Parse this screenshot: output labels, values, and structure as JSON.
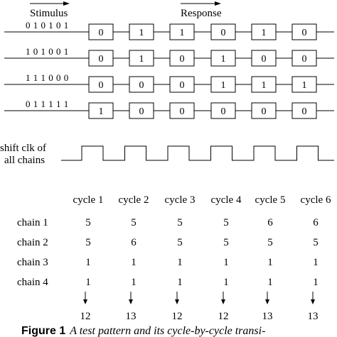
{
  "header": {
    "stimulus": "Stimulus",
    "response": "Response"
  },
  "chains": [
    {
      "stimulus": "0 1 0 1 0 1",
      "cells": [
        "0",
        "1",
        "1",
        "0",
        "1",
        "0"
      ]
    },
    {
      "stimulus": "1 0 1 0 0 1",
      "cells": [
        "0",
        "1",
        "0",
        "1",
        "0",
        "0"
      ]
    },
    {
      "stimulus": "1 1 1 0 0 0",
      "cells": [
        "0",
        "0",
        "0",
        "1",
        "1",
        "1"
      ]
    },
    {
      "stimulus": "0 1 1 1 1 1",
      "cells": [
        "1",
        "0",
        "0",
        "0",
        "0",
        "0"
      ]
    }
  ],
  "clock": {
    "label_line1": "shift clk of",
    "label_line2": "all chains",
    "pulses": 6
  },
  "table": {
    "columns": [
      "cycle 1",
      "cycle 2",
      "cycle 3",
      "cycle 4",
      "cycle 5",
      "cycle 6"
    ],
    "rows": [
      {
        "label": "chain 1",
        "values": [
          "5",
          "5",
          "5",
          "5",
          "6",
          "6"
        ]
      },
      {
        "label": "chain 2",
        "values": [
          "5",
          "6",
          "5",
          "5",
          "5",
          "5"
        ]
      },
      {
        "label": "chain 3",
        "values": [
          "1",
          "1",
          "1",
          "1",
          "1",
          "1"
        ]
      },
      {
        "label": "chain 4",
        "values": [
          "1",
          "1",
          "1",
          "1",
          "1",
          "1"
        ]
      }
    ],
    "totals": [
      "12",
      "13",
      "12",
      "12",
      "13",
      "13"
    ]
  },
  "caption": {
    "label": "Figure 1",
    "text": "A test pattern and its cycle-by-cycle transi-"
  }
}
